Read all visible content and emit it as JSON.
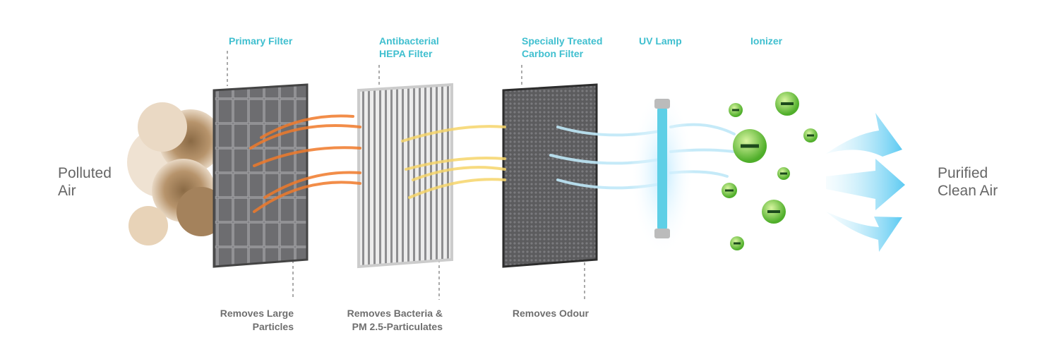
{
  "stages": [
    {
      "name": "Primary Filter",
      "lines": [
        "Primary Filter"
      ],
      "effect": [
        "Removes Large",
        "Particles"
      ]
    },
    {
      "name": "Antibacterial HEPA Filter",
      "lines": [
        "Antibacterial",
        "HEPA Filter"
      ],
      "effect": [
        "Removes Bacteria &",
        "PM 2.5-Particulates"
      ]
    },
    {
      "name": "Specially Treated Carbon Filter",
      "lines": [
        "Specially Treated",
        "Carbon Filter"
      ],
      "effect": [
        "Removes Odour"
      ]
    },
    {
      "name": "UV Lamp",
      "lines": [
        "UV Lamp"
      ]
    },
    {
      "name": "Ionizer",
      "lines": [
        "Ionizer"
      ]
    }
  ],
  "input": {
    "lines": [
      "Polluted",
      "Air"
    ]
  },
  "output": {
    "lines": [
      "Purified",
      "Clean Air"
    ]
  },
  "colors": {
    "label": "#3fbfcf",
    "text": "#666666",
    "orange": "#f07a2a",
    "yellow": "#f6d56a",
    "blue": "#7fd3f2",
    "green": "#6cc63a"
  }
}
